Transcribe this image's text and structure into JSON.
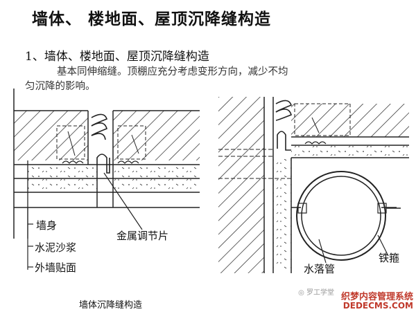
{
  "title": "墙体、 楼地面、屋顶沉降缝构造",
  "section": {
    "heading": "1、墙体、楼地面、屋顶沉降缝构造",
    "desc_line1": "基本同伸缩缝。顶棚应充分考虑变形方向，减少不均",
    "desc_line2": "匀沉降的影响。"
  },
  "left_diagram": {
    "labels": {
      "wall_body": "墙身",
      "cement_mortar": "水泥沙浆",
      "exterior_finish": "外墙贴面",
      "metal_plate": "金属调节片"
    },
    "caption": "墙体沉降缝构造"
  },
  "right_diagram": {
    "labels": {
      "downpipe": "水落管",
      "iron_hoop": "铁箍"
    }
  },
  "watermark": {
    "logo_text": "◎ 罗工学堂",
    "line1": "织梦内容管理系统",
    "line2": "DEDECMS.COM"
  },
  "colors": {
    "line": "#222222",
    "watermark": "#c0392b"
  }
}
